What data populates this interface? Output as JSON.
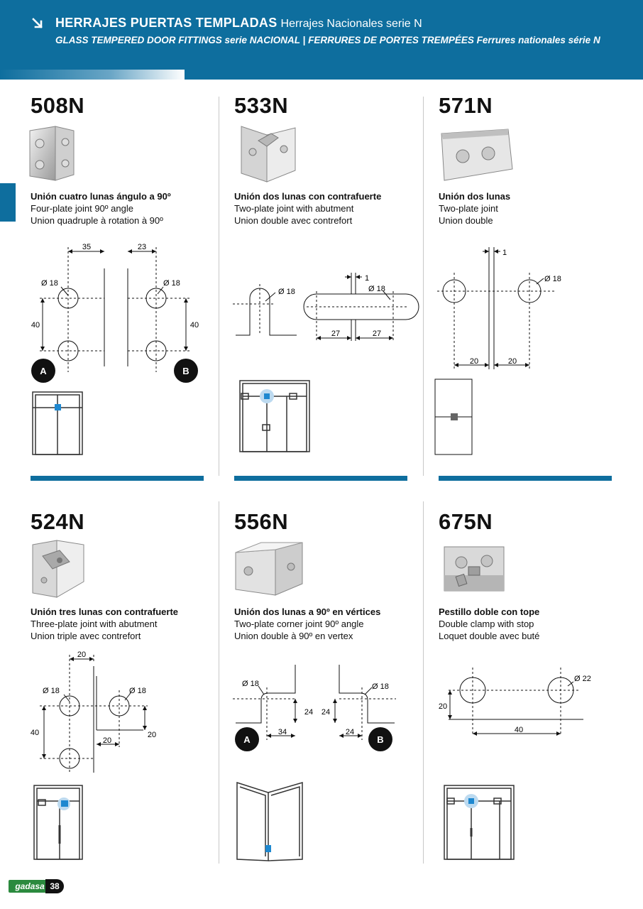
{
  "header": {
    "title_bold": "HERRAJES PUERTAS TEMPLADAS",
    "title_rest": "Herrajes Nacionales serie N",
    "subtitle": "GLASS TEMPERED DOOR FITTINGS serie NACIONAL | FERRURES DE PORTES TREMPÉES Ferrures nationales série N"
  },
  "products": [
    {
      "code": "508N",
      "title": "Unión cuatro lunas ángulo a 90º",
      "en": "Four-plate joint 90º angle",
      "fr": "Union quadruple à rotation à 90º",
      "dims": {
        "top_a": "35",
        "top_b": "23",
        "dia_a": "Ø 18",
        "dia_b": "Ø 18",
        "vert_a": "40",
        "vert_b": "40",
        "label_a": "A",
        "label_b": "B"
      }
    },
    {
      "code": "533N",
      "title": "Unión dos lunas con contrafuerte",
      "en": "Two-plate joint with abutment",
      "fr": "Union double avec contrefort",
      "dims": {
        "dia_a": "Ø 18",
        "dia_b": "Ø 18",
        "gap": "1",
        "left": "27",
        "right": "27"
      }
    },
    {
      "code": "571N",
      "title": "Unión dos lunas",
      "en": "Two-plate joint",
      "fr": "Union double",
      "dims": {
        "gap": "1",
        "dia": "Ø 18",
        "left": "20",
        "right": "20"
      }
    },
    {
      "code": "524N",
      "title": "Unión tres lunas con contrafuerte",
      "en": "Three-plate joint with abutment",
      "fr": "Union triple avec contrefort",
      "dims": {
        "top": "20",
        "dia_a": "Ø 18",
        "dia_b": "Ø 18",
        "vert": "40",
        "right_v": "20",
        "bottom": "20"
      }
    },
    {
      "code": "556N",
      "title": "Unión dos lunas a 90º en vértices",
      "en": "Two-plate corner joint 90º angle",
      "fr": "Union double à 90º en vertex",
      "dims": {
        "dia_a": "Ø 18",
        "dia_b": "Ø 18",
        "v_a": "24",
        "v_b": "24",
        "h_a": "34",
        "h_b": "24",
        "label_a": "A",
        "label_b": "B"
      }
    },
    {
      "code": "675N",
      "title": "Pestillo doble con tope",
      "en": "Double clamp with stop",
      "fr": "Loquet double avec buté",
      "dims": {
        "dia": "Ø 22",
        "vert": "20",
        "horiz": "40"
      }
    }
  ],
  "footer": {
    "brand": "gadasa",
    "page": "38"
  },
  "colors": {
    "brand_blue": "#0e6e9e",
    "accent_blue": "#1e88d0"
  }
}
